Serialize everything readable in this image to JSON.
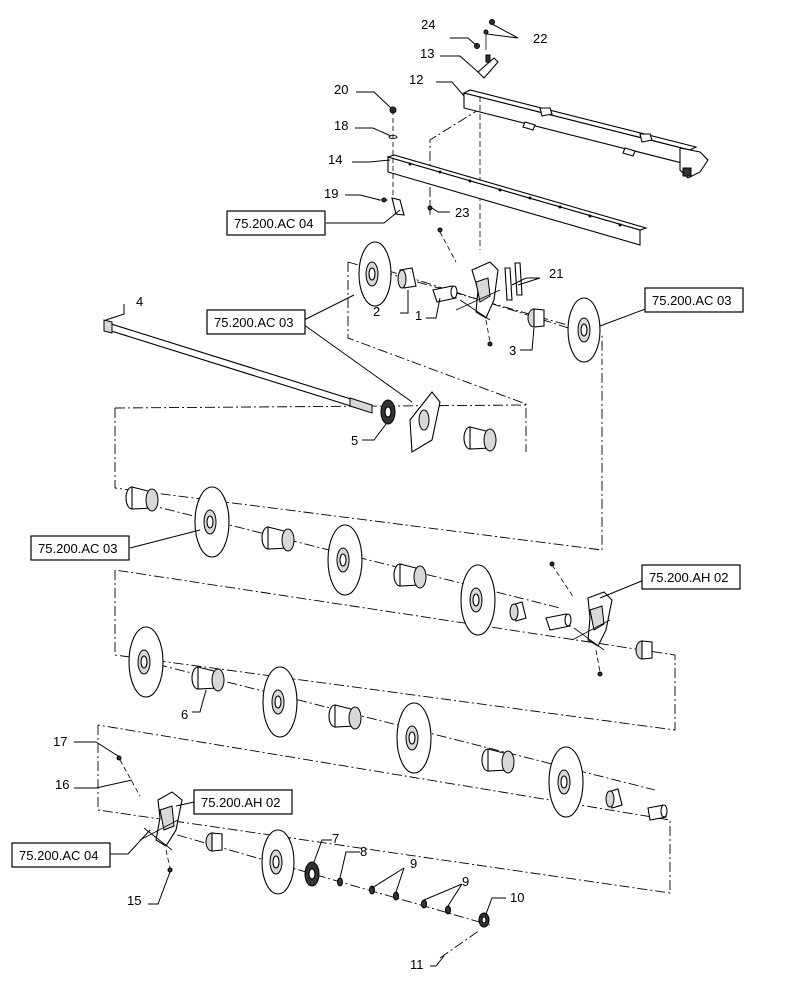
{
  "callouts": {
    "n1": "1",
    "n2": "2",
    "n3": "3",
    "n4": "4",
    "n5": "5",
    "n6": "6",
    "n7": "7",
    "n8": "8",
    "n9a": "9",
    "n9b": "9",
    "n10": "10",
    "n11": "11",
    "n12": "12",
    "n13": "13",
    "n14": "14",
    "n15": "15",
    "n16": "16",
    "n17": "17",
    "n18": "18",
    "n19": "19",
    "n20": "20",
    "n21": "21",
    "n22": "22",
    "n23": "23",
    "n24": "24"
  },
  "references": {
    "ref_ac04_top": "75.200.AC 04",
    "ref_ac03_left": "75.200.AC 03",
    "ref_ac03_right": "75.200.AC 03",
    "ref_ac03_mid": "75.200.AC 03",
    "ref_ah02_right": "75.200.AH 02",
    "ref_ah02_bottom": "75.200.AH 02",
    "ref_ac04_bottom": "75.200.AC 04"
  }
}
